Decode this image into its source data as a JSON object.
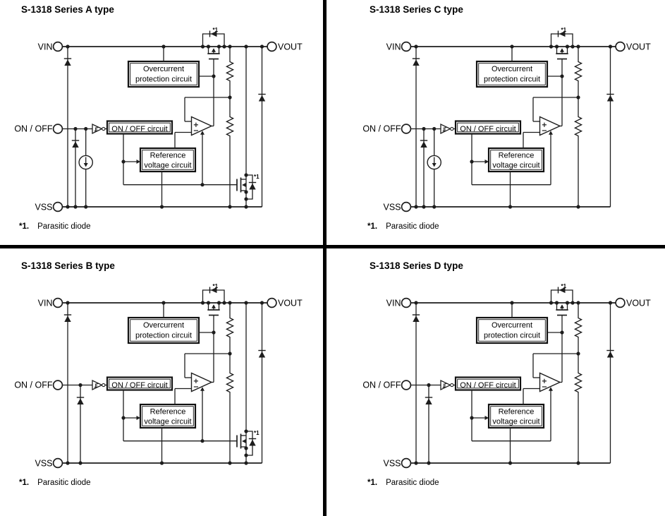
{
  "colors": {
    "background": "#ffffff",
    "wire": "#1d1d1d",
    "box_border": "#111111",
    "divider": "#000000",
    "text": "#000000"
  },
  "labels": {
    "vin": "VIN",
    "vout": "VOUT",
    "on_off": "ON / OFF",
    "vss": "VSS",
    "overcurrent_line1": "Overcurrent",
    "overcurrent_line2": "protection circuit",
    "on_off_circuit": "ON / OFF circuit",
    "reference_line1": "Reference",
    "reference_line2": "voltage circuit",
    "parasitic_marker": "*1"
  },
  "panels": [
    {
      "id": "a",
      "title": "S-1318 Series A type",
      "footnote_marker": "*1.",
      "footnote_text": "Parasitic diode",
      "has_current_source": true,
      "has_discharge_fet": true
    },
    {
      "id": "c",
      "title": "S-1318 Series C type",
      "footnote_marker": "*1.",
      "footnote_text": "Parasitic diode",
      "has_current_source": true,
      "has_discharge_fet": false
    },
    {
      "id": "b",
      "title": "S-1318 Series B type",
      "footnote_marker": "*1.",
      "footnote_text": "Parasitic diode",
      "has_current_source": false,
      "has_discharge_fet": true
    },
    {
      "id": "d",
      "title": "S-1318 Series D type",
      "footnote_marker": "*1.",
      "footnote_text": "Parasitic diode",
      "has_current_source": false,
      "has_discharge_fet": false
    }
  ]
}
